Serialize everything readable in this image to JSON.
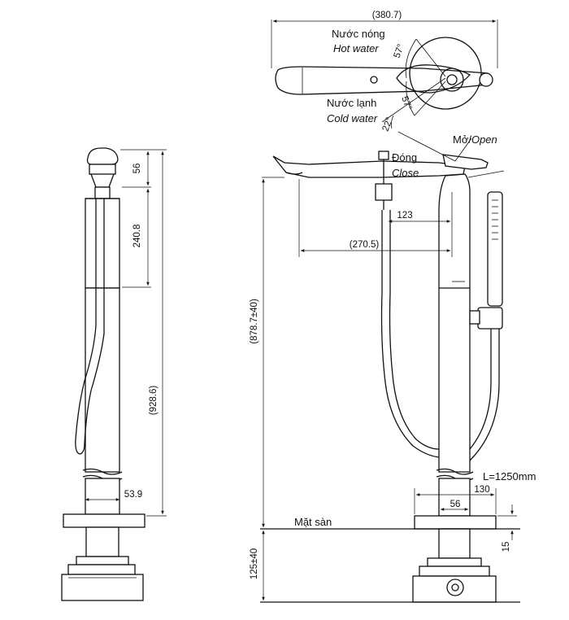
{
  "labels": {
    "hot_vi": "Nước nóng",
    "hot_en": "Hot water",
    "cold_vi": "Nước lạnh",
    "cold_en": "Cold water",
    "open_vi": "Mở/",
    "open_en": "Open",
    "close_vi": "Đóng",
    "close_en": "Close",
    "hose_length": "L=1250mm",
    "floor": "Mặt sàn"
  },
  "dimensions": {
    "overall_handle_width": "(380.7)",
    "angle_hot": "57°",
    "angle_cold": "57°",
    "angle_lever": "22°",
    "head_height": "56",
    "spout_drop": "240.8",
    "total_height_side": "(928.6)",
    "column_width_side": "53.9",
    "column_height_front": "(878.7±40)",
    "spout_offset": "123",
    "spout_reach": "(270.5)",
    "base_width": "56",
    "base_depth": "130",
    "base_plate_thickness": "15",
    "underfloor_depth": "125±40"
  }
}
